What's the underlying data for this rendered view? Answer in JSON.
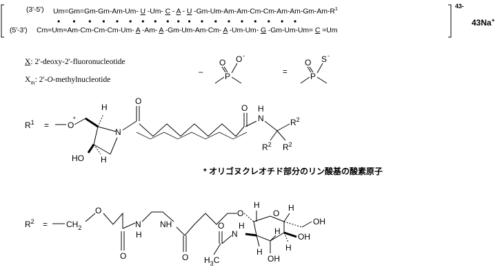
{
  "sequence": {
    "strand1_dir": "(3'-5')",
    "strand2_dir": "(5'-3')",
    "strand1": [
      {
        "t": "Um",
        "u": false
      },
      {
        "t": "=",
        "u": false
      },
      {
        "t": "Gm",
        "u": false
      },
      {
        "t": "=",
        "u": false
      },
      {
        "t": "Gm",
        "u": false
      },
      {
        "t": "-",
        "u": false
      },
      {
        "t": "Gm",
        "u": false
      },
      {
        "t": "-",
        "u": false
      },
      {
        "t": "Am",
        "u": false
      },
      {
        "t": "-",
        "u": false
      },
      {
        "t": "Um",
        "u": false
      },
      {
        "t": "- ",
        "u": false
      },
      {
        "t": "U",
        "u": true
      },
      {
        "t": " -",
        "u": false
      },
      {
        "t": "Um",
        "u": false
      },
      {
        "t": "- ",
        "u": false
      },
      {
        "t": "C",
        "u": true
      },
      {
        "t": " - ",
        "u": false
      },
      {
        "t": "A",
        "u": true
      },
      {
        "t": " - ",
        "u": false
      },
      {
        "t": "U",
        "u": true
      },
      {
        "t": " -",
        "u": false
      },
      {
        "t": "Gm",
        "u": false
      },
      {
        "t": "-",
        "u": false
      },
      {
        "t": "Um",
        "u": false
      },
      {
        "t": "-",
        "u": false
      },
      {
        "t": "Am",
        "u": false
      },
      {
        "t": "-",
        "u": false
      },
      {
        "t": "Am",
        "u": false
      },
      {
        "t": "-",
        "u": false
      },
      {
        "t": "Cm",
        "u": false
      },
      {
        "t": "-",
        "u": false
      },
      {
        "t": "Cm",
        "u": false
      },
      {
        "t": "-",
        "u": false
      },
      {
        "t": "Am",
        "u": false
      },
      {
        "t": "-",
        "u": false
      },
      {
        "t": "Am",
        "u": false
      },
      {
        "t": "-",
        "u": false
      },
      {
        "t": "Gm",
        "u": false
      },
      {
        "t": "-",
        "u": false
      },
      {
        "t": "Am",
        "u": false
      },
      {
        "t": "-",
        "u": false
      },
      {
        "t": "R",
        "u": false
      }
    ],
    "strand2": [
      {
        "t": "Cm",
        "u": false
      },
      {
        "t": "=",
        "u": false
      },
      {
        "t": "Um",
        "u": false
      },
      {
        "t": "=",
        "u": false
      },
      {
        "t": "Am",
        "u": false
      },
      {
        "t": "-",
        "u": false
      },
      {
        "t": "Cm",
        "u": false
      },
      {
        "t": "-",
        "u": false
      },
      {
        "t": "Cm",
        "u": false
      },
      {
        "t": "-",
        "u": false
      },
      {
        "t": "Cm",
        "u": false
      },
      {
        "t": "-",
        "u": false
      },
      {
        "t": "Um",
        "u": false
      },
      {
        "t": "- ",
        "u": false
      },
      {
        "t": "A",
        "u": true
      },
      {
        "t": " -",
        "u": false
      },
      {
        "t": "Am",
        "u": false
      },
      {
        "t": "- ",
        "u": false
      },
      {
        "t": "A",
        "u": true
      },
      {
        "t": " -",
        "u": false
      },
      {
        "t": "Gm",
        "u": false
      },
      {
        "t": "-",
        "u": false
      },
      {
        "t": "Um",
        "u": false
      },
      {
        "t": "-",
        "u": false
      },
      {
        "t": "Am",
        "u": false
      },
      {
        "t": "-",
        "u": false
      },
      {
        "t": "Cm",
        "u": false
      },
      {
        "t": "- ",
        "u": false
      },
      {
        "t": "A",
        "u": true
      },
      {
        "t": " -",
        "u": false
      },
      {
        "t": "Um",
        "u": false
      },
      {
        "t": "-",
        "u": false
      },
      {
        "t": "Um",
        "u": false
      },
      {
        "t": "- ",
        "u": false
      },
      {
        "t": "G",
        "u": true
      },
      {
        "t": " -",
        "u": false
      },
      {
        "t": "Gm",
        "u": false
      },
      {
        "t": "-",
        "u": false
      },
      {
        "t": "Um",
        "u": false
      },
      {
        "t": "-",
        "u": false
      },
      {
        "t": "Um",
        "u": false
      },
      {
        "t": "= ",
        "u": false
      },
      {
        "t": "C",
        "u": true
      },
      {
        "t": " =",
        "u": false
      },
      {
        "t": "Um",
        "u": false
      }
    ],
    "r_superscript": "1",
    "charge": "43-",
    "counterion": "43Na",
    "counterion_charge": "+"
  },
  "legend": {
    "underline_symbol": "X",
    "underline_desc": ": 2'-deoxy-2'-fluoronucleotide",
    "methyl_symbol": "X",
    "methyl_sub": "m",
    "methyl_desc_pre": ": 2'-",
    "methyl_desc_italic": "O",
    "methyl_desc_post": "-methylnucleotide",
    "single_link": "–",
    "double_link": "="
  },
  "phosphate": {
    "P": "P",
    "O": "O",
    "minus": "-",
    "S": "S"
  },
  "r1": {
    "label": "R",
    "sup": "1",
    "eq": "=",
    "O": "O",
    "star": "*",
    "N": "N",
    "H": "H",
    "HO": "HO",
    "O_carbonyl": "O",
    "NH": "N",
    "NH_H": "H",
    "R2": "R",
    "R2_sup": "2"
  },
  "footnote": "* オリゴヌクレオチド部分のリン酸基の酸素原子",
  "r2": {
    "label": "R",
    "sup": "2",
    "eq": "=",
    "CH2": "CH",
    "CH2_sub": "2",
    "O": "O",
    "NH": "NH",
    "HN": "N",
    "H": "H",
    "OH": "OH",
    "H3C": "H",
    "H3C_sub": "3",
    "C": "C"
  }
}
